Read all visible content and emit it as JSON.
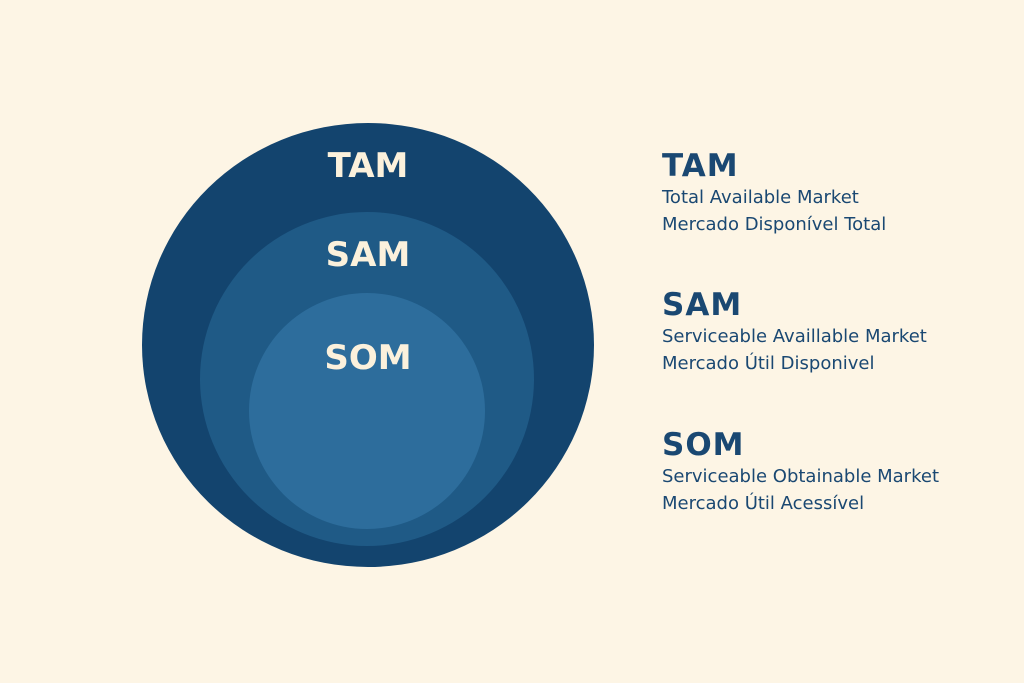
{
  "colors": {
    "background": "#fdf5e5",
    "tam": "#13446e",
    "sam": "#1f5a86",
    "som": "#2d6d9c",
    "text": "#1a4872"
  },
  "circles": {
    "tam": "TAM",
    "sam": "SAM",
    "som": "SOM"
  },
  "legend": [
    {
      "title": "TAM",
      "line1": "Total Available Market",
      "line2": "Mercado Disponível Total"
    },
    {
      "title": "SAM",
      "line1": "Serviceable Availlable Market",
      "line2": "Mercado Útil Disponivel"
    },
    {
      "title": "SOM",
      "line1": "Serviceable Obtainable Market",
      "line2": "Mercado Útil Acessível"
    }
  ]
}
